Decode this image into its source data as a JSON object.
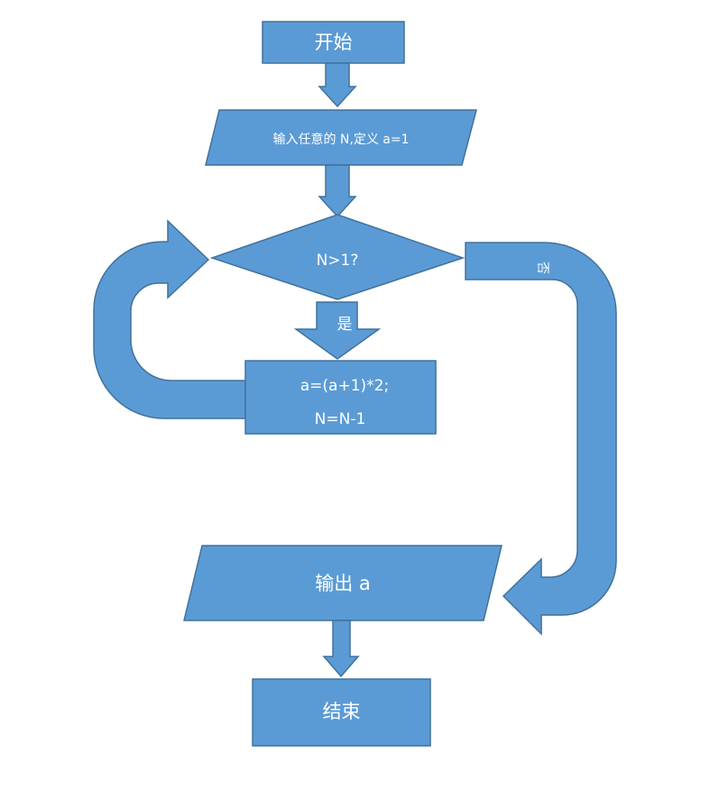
{
  "flowchart": {
    "start": "开始",
    "input": "输入任意的 N,定义 a=1",
    "decision": "N>1?",
    "yes_label": "是",
    "no_label": "否",
    "process_line1": "a=(a+1)*2;",
    "process_line2": "N=N-1",
    "output": "输出 a",
    "end": "结束"
  },
  "colors": {
    "fill": "#5b9bd5",
    "stroke": "#41719c",
    "text": "#ffffff"
  }
}
